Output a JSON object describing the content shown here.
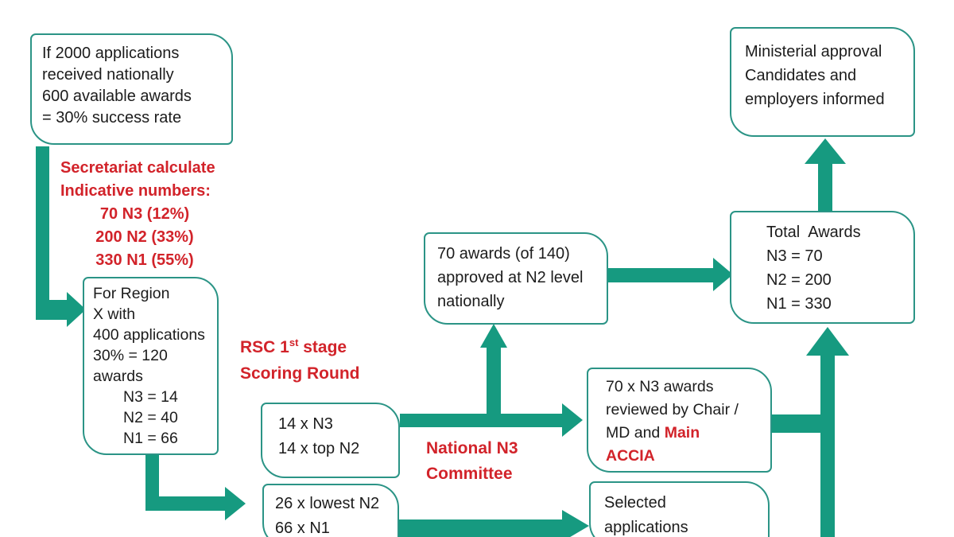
{
  "colors": {
    "arrow_teal": "#169a80",
    "box_border_teal": "#2b9486",
    "accent_red": "#d2232a",
    "text_black": "#1c1c1c",
    "background": "#ffffff"
  },
  "boxes": {
    "national_estimate": {
      "lines": [
        "If 2000 applications",
        "received nationally",
        "600 available awards",
        "= 30% success rate"
      ]
    },
    "region": {
      "lines": [
        "For Region",
        "X with",
        "400 applications",
        "30% = 120",
        "awards"
      ],
      "indented_lines": [
        "N3 = 14",
        "N2 = 40",
        "N1 = 66"
      ]
    },
    "first_batch": {
      "lines": [
        "14 x N3",
        "14 x top N2"
      ]
    },
    "second_batch": {
      "lines": [
        "26 x lowest N2",
        "66 x N1"
      ]
    },
    "n2_approved": {
      "lines": [
        "70 awards (of 140)",
        "approved at N2 level",
        "nationally"
      ]
    },
    "n3_review": {
      "line1": "70 x N3 awards",
      "line2": "reviewed by Chair /",
      "line3_black": "MD and ",
      "line3_red": "Main",
      "line4_red": "ACCIA"
    },
    "selected": {
      "lines": [
        "Selected",
        "applications"
      ]
    },
    "total_awards": {
      "lines": [
        "Total  Awards",
        "N3 = 70",
        "N2 = 200",
        "N1 = 330"
      ]
    },
    "ministerial": {
      "lines": [
        "Ministerial approval",
        "Candidates and",
        "employers informed"
      ]
    }
  },
  "labels": {
    "secretariat": {
      "left_lines": [
        "Secretariat calculate",
        "Indicative numbers:"
      ],
      "centered_lines": [
        "70 N3 (12%)",
        "200 N2 (33%)",
        "330 N1 (55%)"
      ]
    },
    "rsc": {
      "pre": "RSC 1",
      "sup": "st",
      "post": " stage",
      "line2": "Scoring Round"
    },
    "national_committee": {
      "lines": [
        "National N3",
        "Committee"
      ]
    }
  }
}
